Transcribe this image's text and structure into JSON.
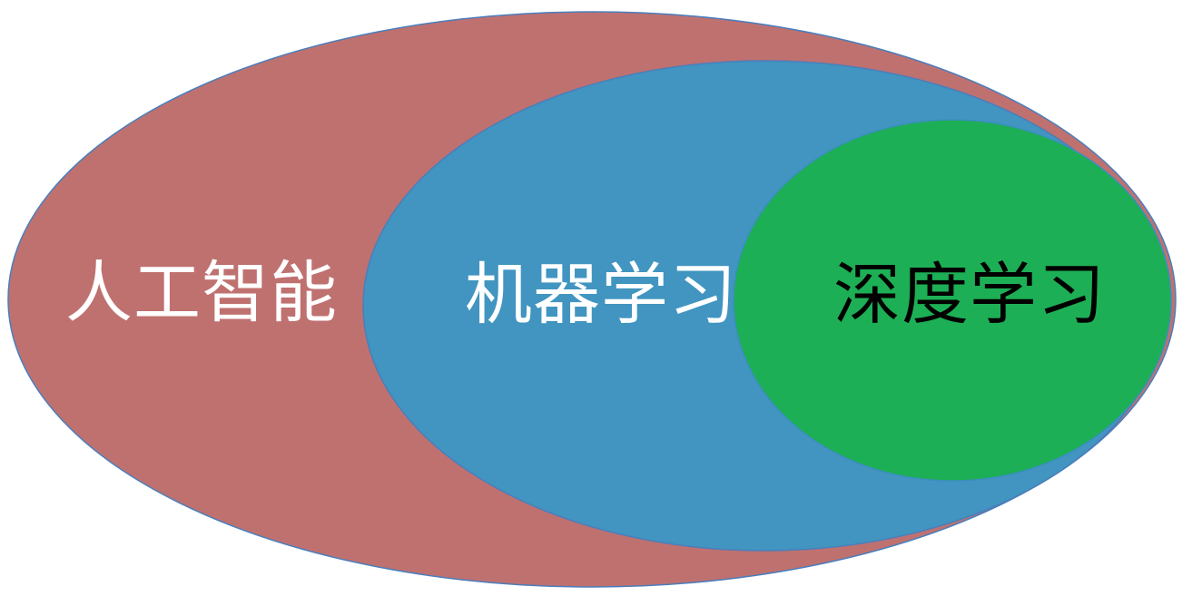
{
  "diagram": {
    "sets": [
      {
        "id": "ai",
        "label": "人工智能",
        "fill": "#BF7170",
        "stroke": "#4A7EBB"
      },
      {
        "id": "ml",
        "label": "机器学习",
        "fill": "#4195C0",
        "stroke": "#4A7EBB"
      },
      {
        "id": "dl",
        "label": "深度学习",
        "fill": "#1DAF55",
        "stroke": "#3A8FBF"
      }
    ]
  }
}
